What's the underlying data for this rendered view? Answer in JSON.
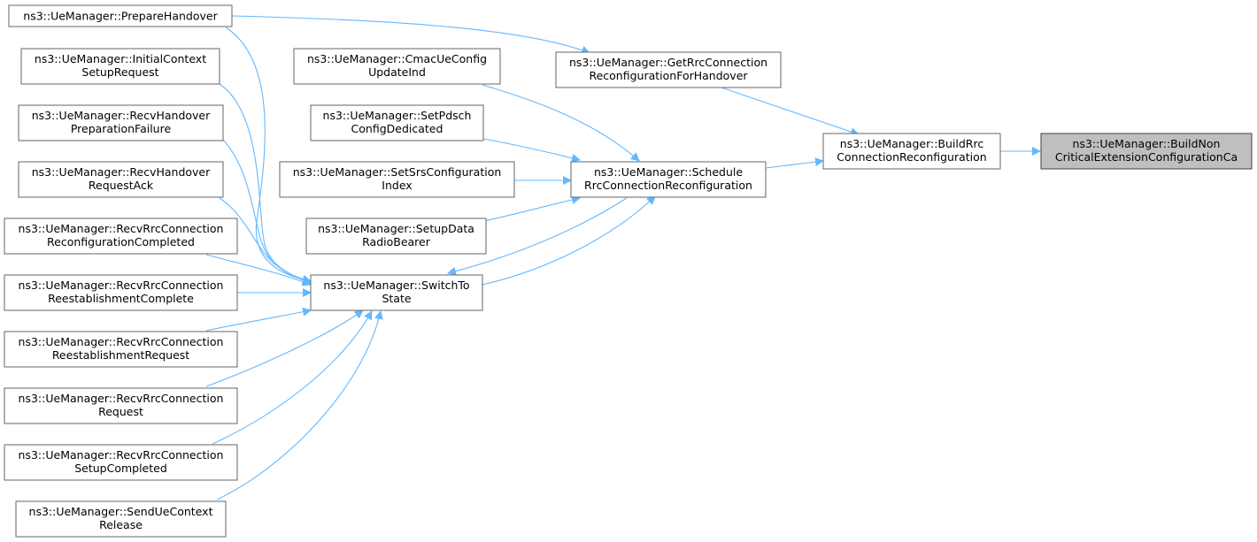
{
  "diagram": {
    "edge_color": "#63b8ff",
    "highlight_fill": "#bfbfbf",
    "nodes": {
      "prepare_handover": [
        "ns3::UeManager::PrepareHandover"
      ],
      "initial_context_setup": [
        "ns3::UeManager::InitialContext",
        "SetupRequest"
      ],
      "recv_ho_prep_failure": [
        "ns3::UeManager::RecvHandover",
        "PreparationFailure"
      ],
      "recv_ho_request_ack": [
        "ns3::UeManager::RecvHandover",
        "RequestAck"
      ],
      "recv_rrc_reconf_completed": [
        "ns3::UeManager::RecvRrcConnection",
        "ReconfigurationCompleted"
      ],
      "recv_rrc_reest_complete": [
        "ns3::UeManager::RecvRrcConnection",
        "ReestablishmentComplete"
      ],
      "recv_rrc_reest_request": [
        "ns3::UeManager::RecvRrcConnection",
        "ReestablishmentRequest"
      ],
      "recv_rrc_request": [
        "ns3::UeManager::RecvRrcConnection",
        "Request"
      ],
      "recv_rrc_setup_completed": [
        "ns3::UeManager::RecvRrcConnection",
        "SetupCompleted"
      ],
      "send_ue_context_release": [
        "ns3::UeManager::SendUeContext",
        "Release"
      ],
      "cmac_ue_config_update": [
        "ns3::UeManager::CmacUeConfig",
        "UpdateInd"
      ],
      "set_pdsch_config": [
        "ns3::UeManager::SetPdsch",
        "ConfigDedicated"
      ],
      "set_srs_config_index": [
        "ns3::UeManager::SetSrsConfiguration",
        "Index"
      ],
      "setup_data_radio_bearer": [
        "ns3::UeManager::SetupData",
        "RadioBearer"
      ],
      "switch_to_state": [
        "ns3::UeManager::SwitchTo",
        "State"
      ],
      "schedule_rrc_reconf": [
        "ns3::UeManager::Schedule",
        "RrcConnectionReconfiguration"
      ],
      "get_rrc_reconf_for_ho": [
        "ns3::UeManager::GetRrcConnection",
        "ReconfigurationForHandover"
      ],
      "build_rrc_reconf": [
        "ns3::UeManager::BuildRrc",
        "ConnectionReconfiguration"
      ],
      "build_non_critical_ext": [
        "ns3::UeManager::BuildNon",
        "CriticalExtensionConfigurationCa"
      ]
    },
    "edges": [
      [
        "build_rrc_reconf",
        "build_non_critical_ext"
      ],
      [
        "get_rrc_reconf_for_ho",
        "build_rrc_reconf"
      ],
      [
        "schedule_rrc_reconf",
        "build_rrc_reconf"
      ],
      [
        "prepare_handover",
        "get_rrc_reconf_for_ho"
      ],
      [
        "cmac_ue_config_update",
        "schedule_rrc_reconf"
      ],
      [
        "set_pdsch_config",
        "schedule_rrc_reconf"
      ],
      [
        "set_srs_config_index",
        "schedule_rrc_reconf"
      ],
      [
        "setup_data_radio_bearer",
        "schedule_rrc_reconf"
      ],
      [
        "switch_to_state",
        "schedule_rrc_reconf"
      ],
      [
        "schedule_rrc_reconf",
        "switch_to_state"
      ],
      [
        "prepare_handover",
        "switch_to_state"
      ],
      [
        "initial_context_setup",
        "switch_to_state"
      ],
      [
        "recv_ho_prep_failure",
        "switch_to_state"
      ],
      [
        "recv_ho_request_ack",
        "switch_to_state"
      ],
      [
        "recv_rrc_reconf_completed",
        "switch_to_state"
      ],
      [
        "recv_rrc_reest_complete",
        "switch_to_state"
      ],
      [
        "recv_rrc_reest_request",
        "switch_to_state"
      ],
      [
        "recv_rrc_request",
        "switch_to_state"
      ],
      [
        "recv_rrc_setup_completed",
        "switch_to_state"
      ],
      [
        "send_ue_context_release",
        "switch_to_state"
      ]
    ]
  }
}
